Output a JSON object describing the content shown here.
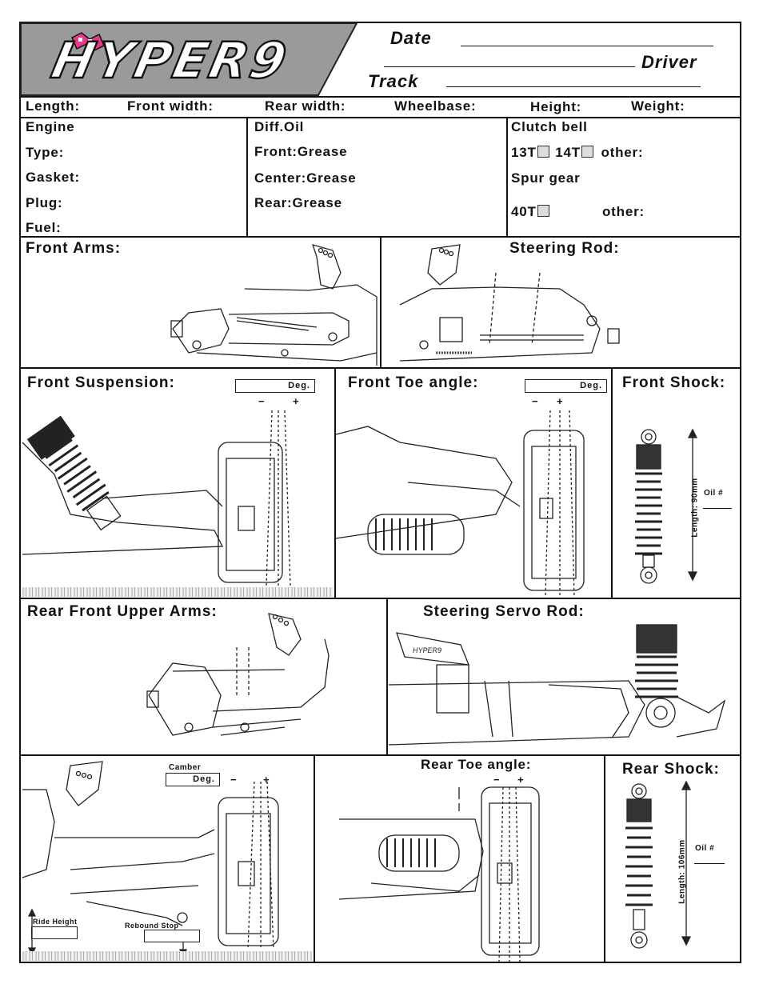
{
  "header": {
    "logo_text": "HYPER9",
    "date_label": "Date",
    "driver_label": "Driver",
    "track_label": "Track"
  },
  "dimensions": {
    "length": "Length:",
    "front_width": "Front width:",
    "rear_width": "Rear width:",
    "wheelbase": "Wheelbase:",
    "height": "Height:",
    "weight": "Weight:"
  },
  "engine": {
    "title": "Engine",
    "type": "Type:",
    "gasket": "Gasket:",
    "plug": "Plug:",
    "fuel": "Fuel:"
  },
  "diff": {
    "title": "Diff.Oil",
    "front": "Front:Grease",
    "center": "Center:Grease",
    "rear": "Rear:Grease"
  },
  "clutch": {
    "title": "Clutch bell",
    "opt13": "13T",
    "opt14": "14T",
    "other1": "other:",
    "spur_title": "Spur gear",
    "opt40": "40T",
    "other2": "other:"
  },
  "sections": {
    "front_arms": "Front  Arms:",
    "steering_rod": "Steering Rod:",
    "front_suspension": "Front Suspension:",
    "front_toe": "Front Toe angle:",
    "front_shock": "Front Shock:",
    "rear_front_upper": "Rear Front Upper Arms:",
    "steering_servo": "Steering Servo Rod:",
    "rear_toe": "Rear Toe angle:",
    "rear_shock": "Rear Shock:"
  },
  "labels": {
    "deg": "Deg.",
    "camber": "Camber",
    "minus": "−",
    "plus": "+",
    "ride_height": "Ride Height",
    "rebound_stop": "Rebound Stop",
    "oil": "Oil #",
    "front_shock_length": "Length:  90mm",
    "rear_shock_length": "Length:  106mm"
  }
}
